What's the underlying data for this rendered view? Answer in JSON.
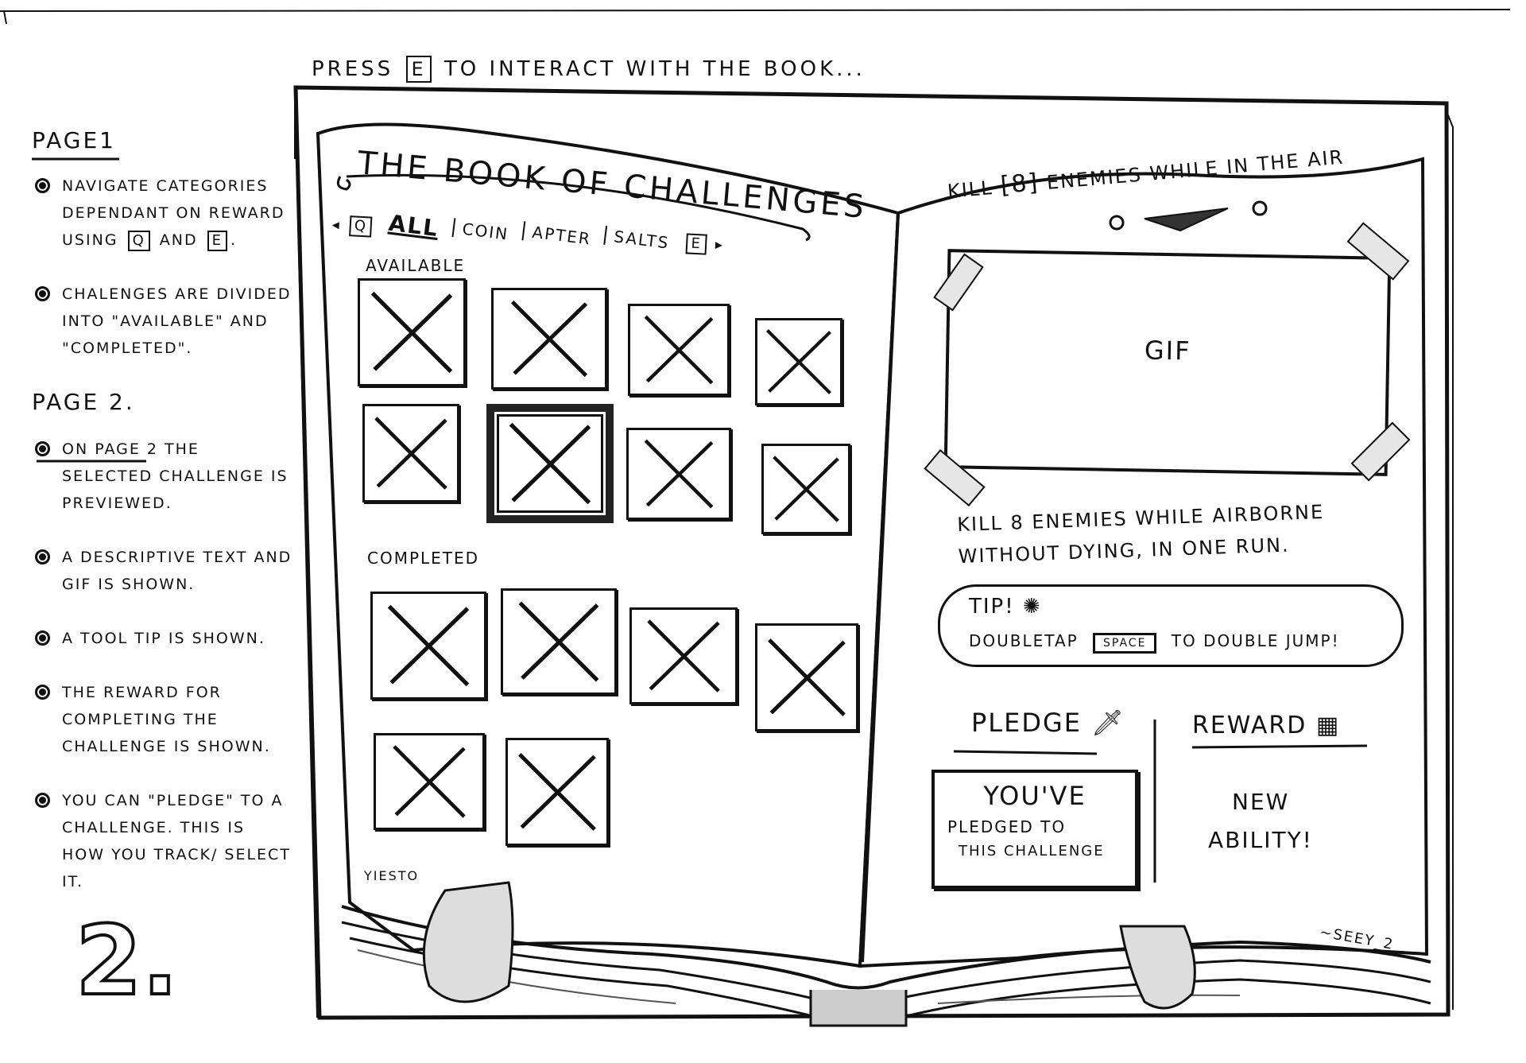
{
  "header_prompt": {
    "before": "PRESS",
    "key": "E",
    "after": "TO INTERACT WITH THE BOOK..."
  },
  "notes": {
    "page1_heading": "PAGE1",
    "page1_items": [
      {
        "text_a": "NAVIGATE CATEGORIES DEPENDANT ON REWARD USING",
        "key1": "Q",
        "and": "AND",
        "key2": "E",
        "end": "."
      },
      {
        "text_a": "CHALENGES ARE DIVIDED INTO \"AVAILABLE\" AND \"COMPLETED\"."
      }
    ],
    "page2_heading": "PAGE 2.",
    "page2_items": [
      "ON PAGE 2 THE SELECTED CHALLENGE IS PREVIEWED.",
      "A DESCRIPTIVE TEXT AND GIF IS SHOWN.",
      "A TOOL TIP IS SHOWN.",
      "THE REWARD FOR COMPLETING THE CHALLENGE IS SHOWN.",
      "YOU CAN \"PLEDGE\" TO A CHALLENGE. THIS IS HOW YOU TRACK/ SELECT IT."
    ],
    "page_number": "2."
  },
  "book": {
    "title": "THE BOOK OF CHALLENGES",
    "nav_prev_key": "Q",
    "nav_next_key": "E",
    "tabs": [
      "ALL",
      "COIN",
      "APTER",
      "SALTS"
    ],
    "available_label": "AVAILABLE",
    "completed_label": "COMPLETED",
    "available_count": 8,
    "completed_count": 6,
    "selected_index": 5,
    "footer_scribble": "YIESTO"
  },
  "preview": {
    "title_before": "KILL",
    "title_bracket": "[8]",
    "title_after": "ENEMIES WHILE IN THE AIR",
    "gif_label": "GIF",
    "description_line1": "KILL 8 ENEMIES WHILE AIRBORNE",
    "description_line2": "WITHOUT DYING, IN ONE RUN.",
    "tip_label": "TIP!",
    "tip_before": "DOUBLETAP",
    "tip_key": "SPACE",
    "tip_after": "TO DOUBLE JUMP!",
    "pledge_heading": "PLEDGE",
    "pledge_box_line1": "YOU'VE",
    "pledge_box_line2": "PLEDGED TO",
    "pledge_box_line3": "THIS CHALLENGE",
    "reward_heading": "REWARD",
    "reward_line1": "NEW",
    "reward_line2": "ABILITY!",
    "signature": "~SEEY_2"
  }
}
